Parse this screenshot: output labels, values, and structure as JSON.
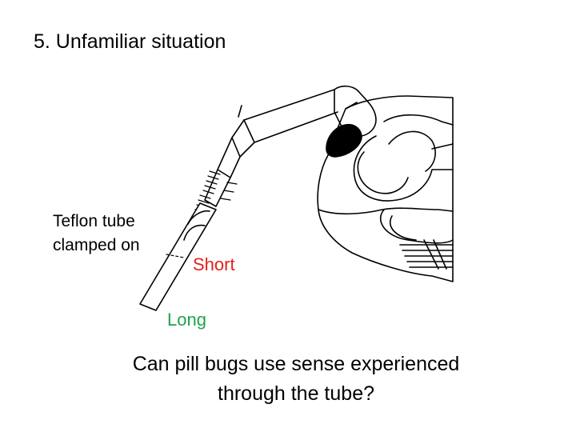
{
  "slide": {
    "title": "5.  Unfamiliar situation",
    "labels": {
      "teflon_line1": "Teflon tube",
      "teflon_line2": "clamped on",
      "short": "Short",
      "long": "Long"
    },
    "question_line1": "Can pill bugs use sense experienced",
    "question_line2": "through the tube?"
  },
  "colors": {
    "short": "#e3201b",
    "long": "#21a34a",
    "outline": "#000000"
  }
}
